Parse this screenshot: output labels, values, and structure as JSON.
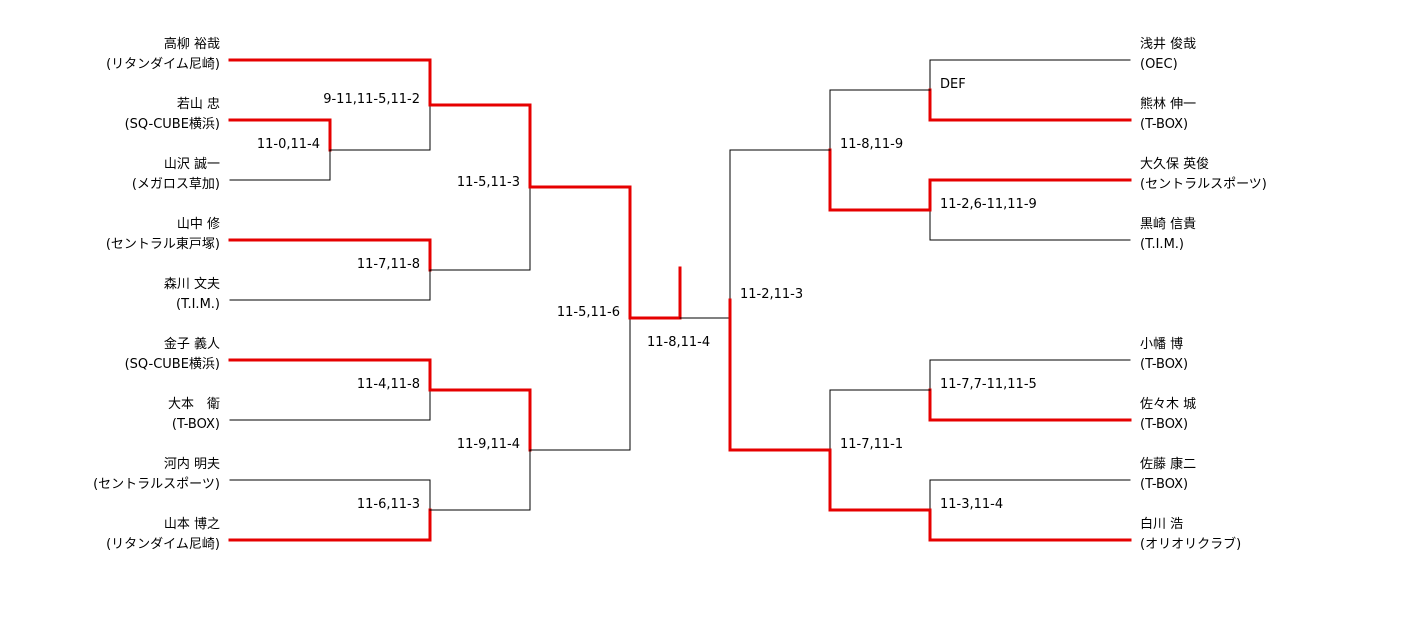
{
  "colors": {
    "winner": "#e60000",
    "line": "#000000",
    "background": "#ffffff"
  },
  "players": {
    "left": [
      {
        "name": "高柳 裕哉",
        "team": "(リタンダイム尼崎)"
      },
      {
        "name": "若山 忠",
        "team": "(SQ-CUBE横浜)"
      },
      {
        "name": "山沢 誠一",
        "team": "(メガロス草加)"
      },
      {
        "name": "山中 修",
        "team": "(セントラル東戸塚)"
      },
      {
        "name": "森川 文夫",
        "team": "(T.I.M.)"
      },
      {
        "name": "金子 義人",
        "team": "(SQ-CUBE横浜)"
      },
      {
        "name": "大本　衛",
        "team": "(T-BOX)"
      },
      {
        "name": "河内 明夫",
        "team": "(セントラルスポーツ)"
      },
      {
        "name": "山本 博之",
        "team": "(リタンダイム尼崎)"
      }
    ],
    "right": [
      {
        "name": "浅井 俊哉",
        "team": "(OEC)"
      },
      {
        "name": "熊林 伸一",
        "team": "(T-BOX)"
      },
      {
        "name": "大久保 英俊",
        "team": "(セントラルスポーツ)"
      },
      {
        "name": "黒崎 信貴",
        "team": "(T.I.M.)"
      },
      {
        "name": "小幡 博",
        "team": "(T-BOX)"
      },
      {
        "name": "佐々木 城",
        "team": "(T-BOX)"
      },
      {
        "name": "佐藤 康二",
        "team": "(T-BOX)"
      },
      {
        "name": "白川 浩",
        "team": "(オリオリクラブ)"
      }
    ]
  },
  "scores": {
    "left": {
      "qualifier": "11-0,11-4",
      "r1": [
        "9-11,11-5,11-2",
        "11-7,11-8",
        "11-4,11-8",
        "11-6,11-3"
      ],
      "r2": [
        "11-5,11-3",
        "11-9,11-4"
      ],
      "semi": "11-5,11-6"
    },
    "final": "11-8,11-4",
    "right": {
      "r1": [
        "DEF",
        "11-2,6-11,11-9",
        "11-7,7-11,11-5",
        "11-3,11-4"
      ],
      "r2": [
        "11-8,11-9",
        "11-7,11-1"
      ],
      "semi": "11-2,11-3"
    }
  }
}
